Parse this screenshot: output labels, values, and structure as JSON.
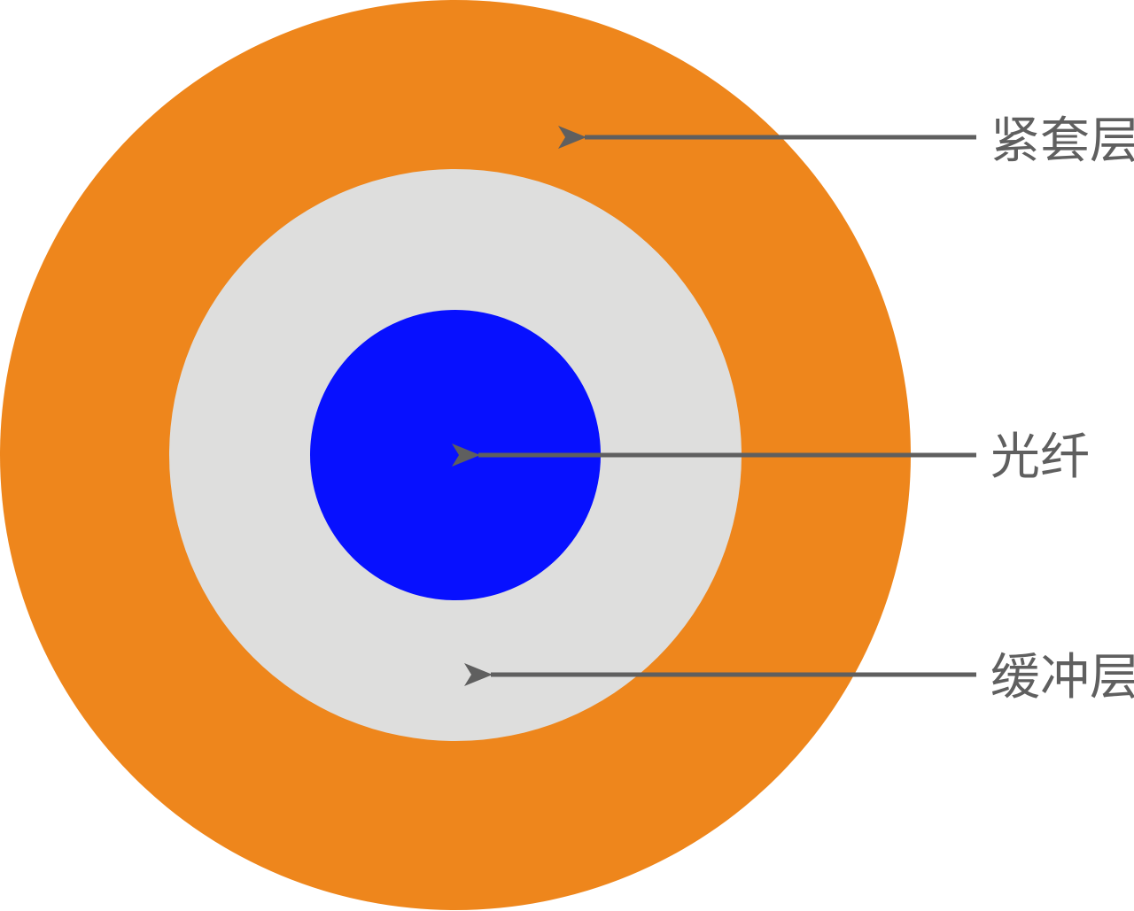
{
  "layers": [
    {
      "id": "tight-jacket",
      "label": "紧套层",
      "color": "#ee861c"
    },
    {
      "id": "buffer",
      "label": "缓冲层",
      "color": "#dededd"
    },
    {
      "id": "fiber",
      "label": "光纤",
      "color": "#0710ff"
    }
  ],
  "arrow_color": "#5f5f5f"
}
